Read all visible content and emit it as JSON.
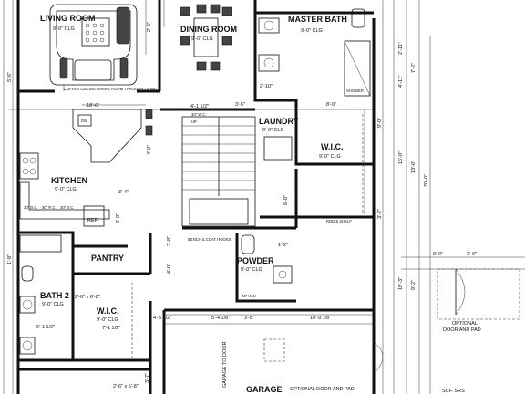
{
  "rooms": {
    "living_room": {
      "name": "LIVING ROOM",
      "clg": "9'-0\" CLG"
    },
    "dining_room": {
      "name": "DINING ROOM",
      "clg": "9'-0\" CLG"
    },
    "master_bath": {
      "name": "MASTER BATH",
      "clg": "9'-0\" CLG"
    },
    "laundry": {
      "name": "LAUNDRY",
      "clg": "9'-0\" CLG"
    },
    "wic_main": {
      "name": "W.I.C.",
      "clg": "9'-0\" CLG"
    },
    "kitchen": {
      "name": "KITCHEN",
      "clg": "9'-0\" CLG"
    },
    "pantry": {
      "name": "PANTRY"
    },
    "powder": {
      "name": "POWDER",
      "clg": "9'-0\" CLG"
    },
    "bath2": {
      "name": "BATH 2",
      "clg": "9'-0\" CLG"
    },
    "wic_small": {
      "name": "W.I.C.",
      "clg": "9'-0\" CLG"
    },
    "garage": {
      "name": "GARAGE"
    }
  },
  "notes": {
    "coffer": "COFFER CEILING DINING ROOM THROUGH LIVING",
    "shower": "SHOWER",
    "rod_shelf": "ROD & SHELF",
    "bench": "BENCH & COAT HOOKS",
    "van": "36\" VAN",
    "optional_door_pad": "OPTIONAL DOOR AND PAD",
    "optional_line1": "OPTIONAL",
    "optional_line2": "DOOR AND PAD",
    "garage_to_door": "GARAGE TO DOOR",
    "dw": "DW",
    "ref": "REF.",
    "bc1": "30\" B.C.",
    "bc2": "30\" R.C.",
    "bc3": "30\" B.C.",
    "wc": "30\" W.C.",
    "up": "UP",
    "sheet": "SCF. SRS"
  },
  "dims": {
    "d_41_2": "4'-1 1/2\"",
    "d_35": "3'-5\"",
    "d_186": "18'-6\"",
    "d_34": "3'-4\"",
    "d_210": "2'-10\"",
    "d_28": "2'-8\"",
    "d_26x68": "2'-6\" x 6'-8\"",
    "d_12": "1'-2\"",
    "d_90": "9'-0\"",
    "d_30": "3'-0\"",
    "d_40": "4'-0\"",
    "d_51_8": "5'-4 1/8\"",
    "d_38": "3'-8\"",
    "d_1097": "10'-9 7/8\"",
    "d_45_2": "4'-5 1/2\"",
    "d_71_2": "7'-1 1/2\"",
    "d_61_2": "6'-1 1/2\"",
    "d_20": "2'-0\"",
    "d_211": "2'-11\"",
    "d_72": "7'-2\"",
    "d_411": "4'-11\"",
    "d_150": "15'-0\"",
    "d_130": "13'-0\"",
    "d_700": "70'-0\"",
    "d_163": "16'-3\"",
    "d_92": "9'-2\"",
    "d_37": "3'-7\"",
    "d_32": "3'-2\"",
    "d_80": "8'-0\"",
    "d_56": "5'-6\"",
    "d_18": "1'-8\"",
    "d_26": "2'-6\"",
    "d_60": "6'-0\"",
    "d_40b": "4'-0\"",
    "d_90b": "9'-0\""
  }
}
